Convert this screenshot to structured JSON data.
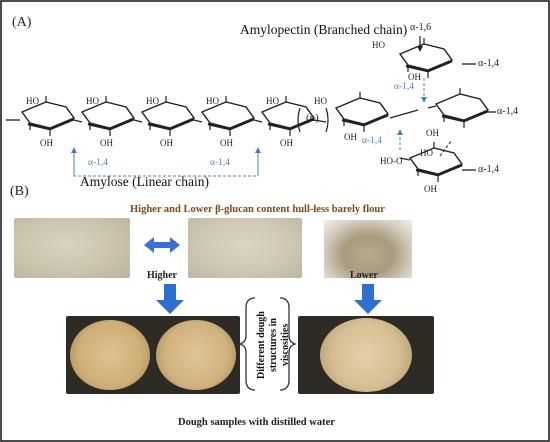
{
  "panel_a": {
    "label": "(A)",
    "amylose_title": "Amylose (Linear chain)",
    "amylopectin_title": "Amylopectin (Branched chain)",
    "bond_a14": "α-1,4",
    "bond_a16": "α-1,6",
    "oh": "OH",
    "ho": "HO",
    "hoo": "HO-O",
    "repeat": "(n)"
  },
  "panel_b": {
    "label": "(B)",
    "title": "Higher and Lower β-glucan content hull-less barely flour",
    "higher": "Higher",
    "lower": "Lower",
    "vertical_text": "Different dough structures in viscosities",
    "footer": "Dough samples with distilled water"
  },
  "colors": {
    "bond_blue": "#4f7fc0",
    "arrow_blue": "#2f6fd0",
    "flour": "#c9c2ae",
    "dough": "#d9bf8e",
    "title_brown": "#7a4a1a"
  }
}
